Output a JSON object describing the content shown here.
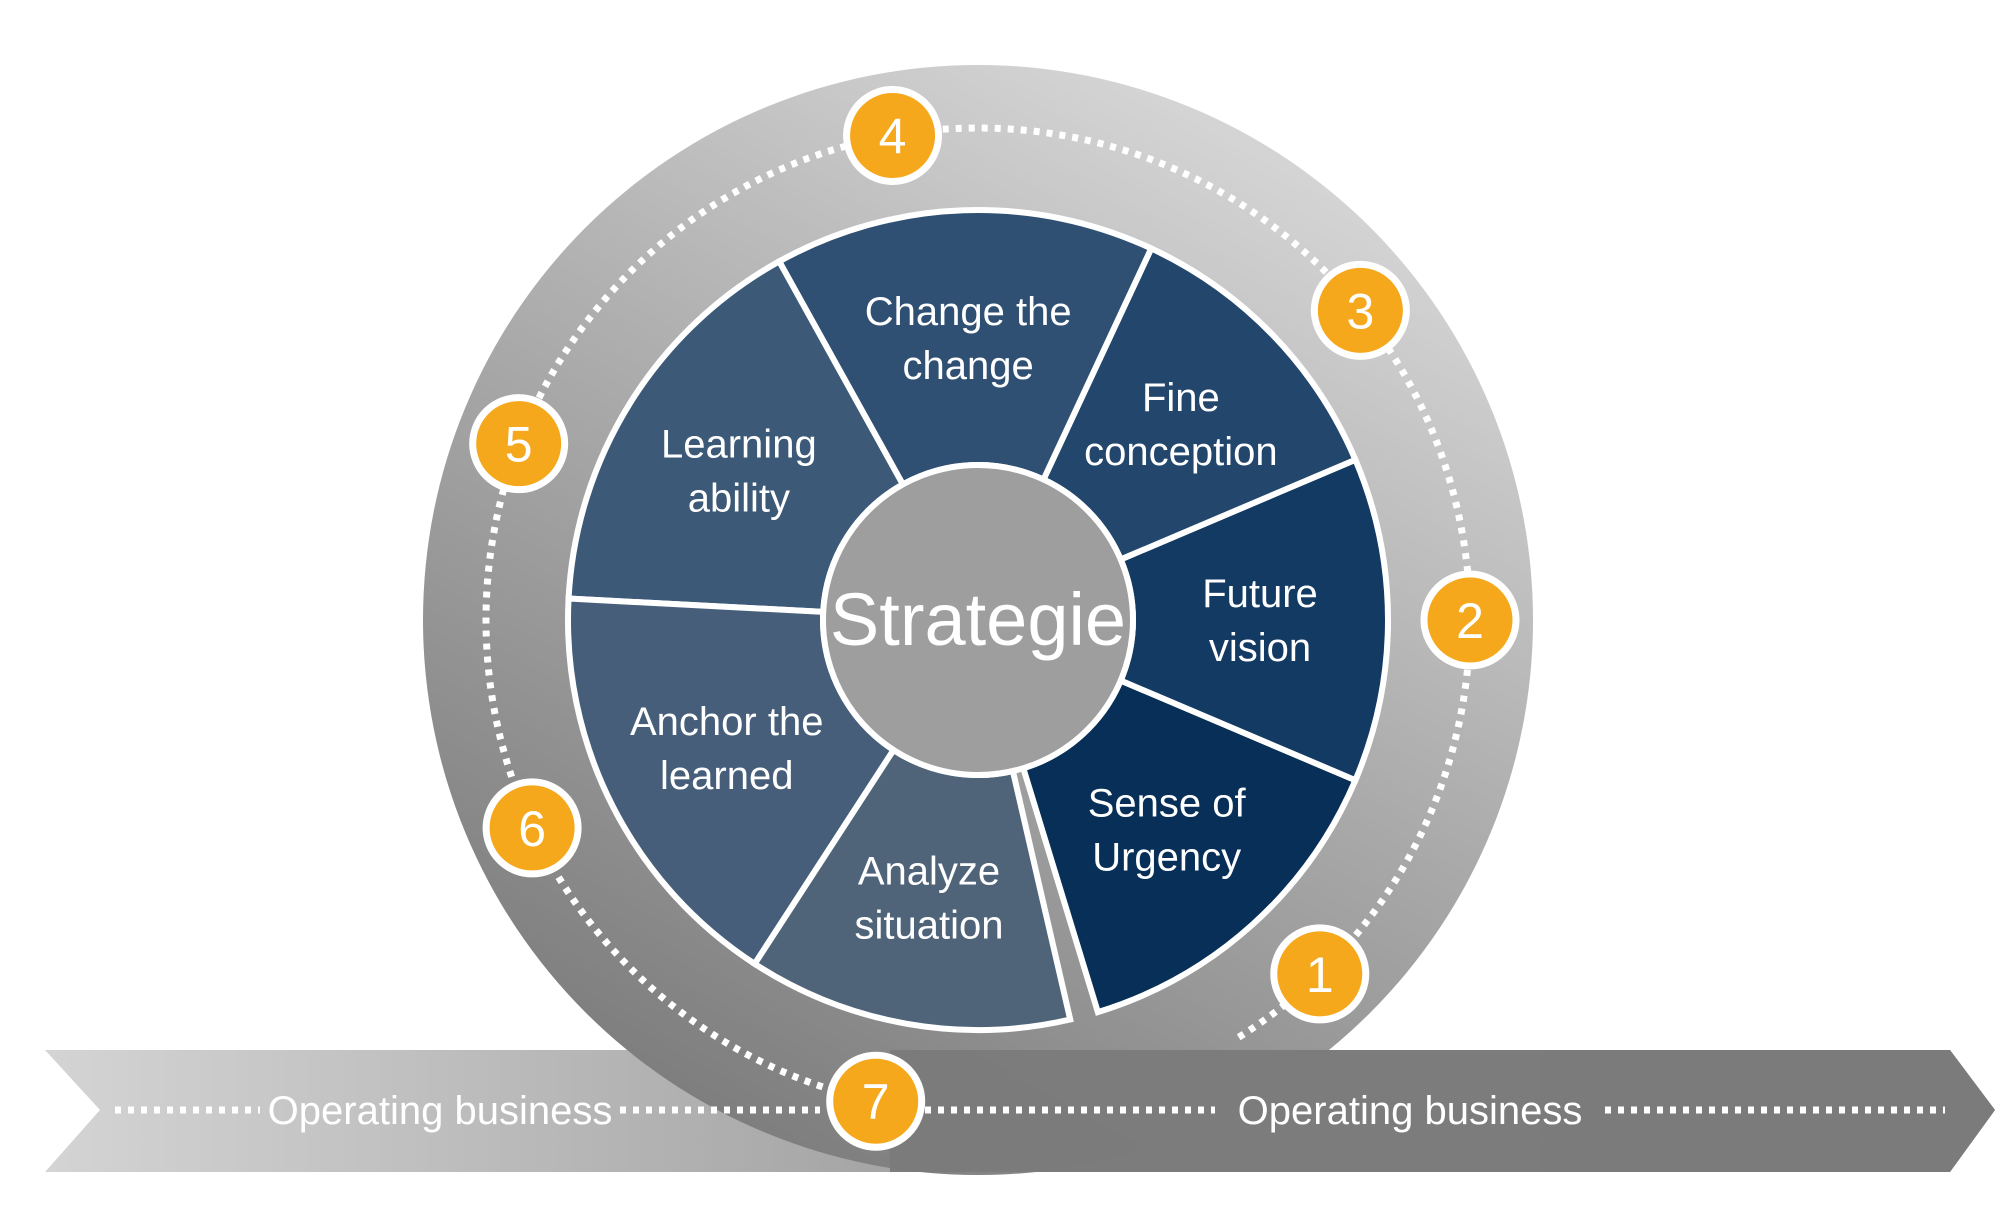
{
  "center": {
    "label": "Strategie"
  },
  "segments": [
    {
      "id": "sense-of-urgency",
      "lines": [
        "Sense of",
        "Urgency"
      ],
      "color": "#072f57"
    },
    {
      "id": "future-vision",
      "lines": [
        "Future",
        "vision"
      ],
      "color": "#133a63"
    },
    {
      "id": "fine-conception",
      "lines": [
        "Fine",
        "conception"
      ],
      "color": "#23466c"
    },
    {
      "id": "change-the-change",
      "lines": [
        "Change the",
        "change"
      ],
      "color": "#2f5073"
    },
    {
      "id": "learning-ability",
      "lines": [
        "Learning",
        "ability"
      ],
      "color": "#3c5977"
    },
    {
      "id": "anchor-the-learned",
      "lines": [
        "Anchor the",
        "learned"
      ],
      "color": "#465e79"
    },
    {
      "id": "analyze-situation",
      "lines": [
        "Analyze",
        "situation"
      ],
      "color": "#4f6479"
    }
  ],
  "steps": [
    {
      "number": "1"
    },
    {
      "number": "2"
    },
    {
      "number": "3"
    },
    {
      "number": "4"
    },
    {
      "number": "5"
    },
    {
      "number": "6"
    },
    {
      "number": "7"
    }
  ],
  "band": {
    "left_label": "Operating business",
    "right_label": "Operating business"
  },
  "colors": {
    "badge_fill": "#f6a81c",
    "badge_border": "#ffffff",
    "ring_light": "#d4d4d4",
    "ring_dark": "#7d7d7d",
    "center_fill": "#9e9e9e",
    "dots": "#ffffff"
  }
}
